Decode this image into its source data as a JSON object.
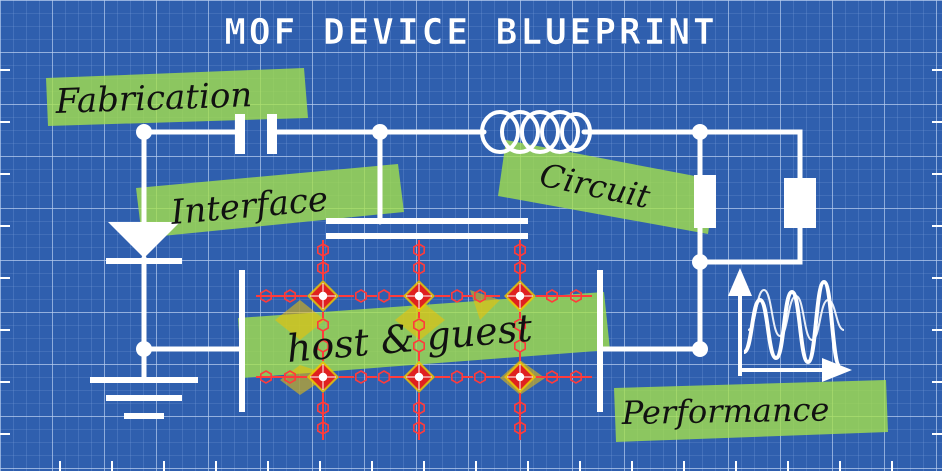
{
  "title": "MOF DEVICE BLUEPRINT",
  "labels": {
    "fabrication": "Fabrication",
    "interface": "Interface",
    "circuit": "Circuit",
    "host_guest": "host & guest",
    "performance": "Performance"
  },
  "colors": {
    "blueprint_bg": "#2f5fae",
    "grid_line": "#8fb0e6",
    "wire": "#ffffff",
    "highlight": "#a6e34a",
    "mof_framework": "#ff3b3b",
    "mof_node": "#e02020",
    "guest_fill": "#f2c200"
  }
}
